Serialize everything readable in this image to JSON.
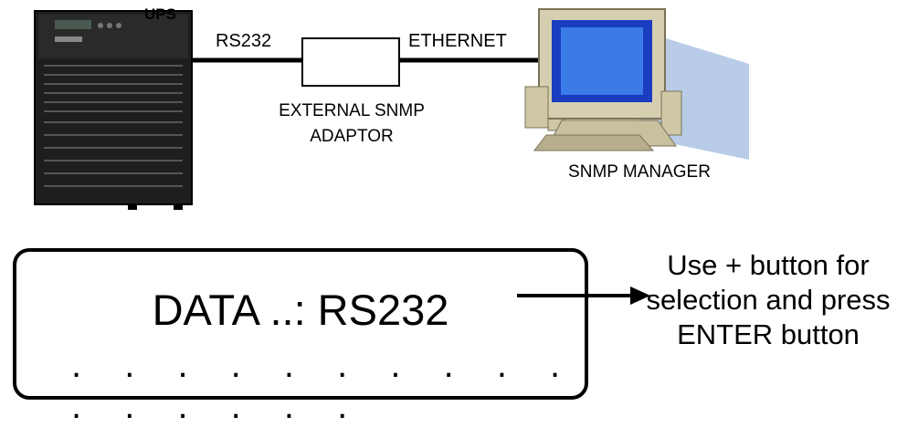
{
  "labels": {
    "ups": "UPS",
    "rs232": "RS232",
    "ethernet": "ETHERNET",
    "adaptor": "EXTERNAL SNMP ADAPTOR",
    "manager": "SNMP MANAGER"
  },
  "display": {
    "line1": "DATA ..: RS232",
    "line2": ". . . . . . . . . . . . . . . ."
  },
  "instruction": "Use + button for selection and press ENTER button"
}
